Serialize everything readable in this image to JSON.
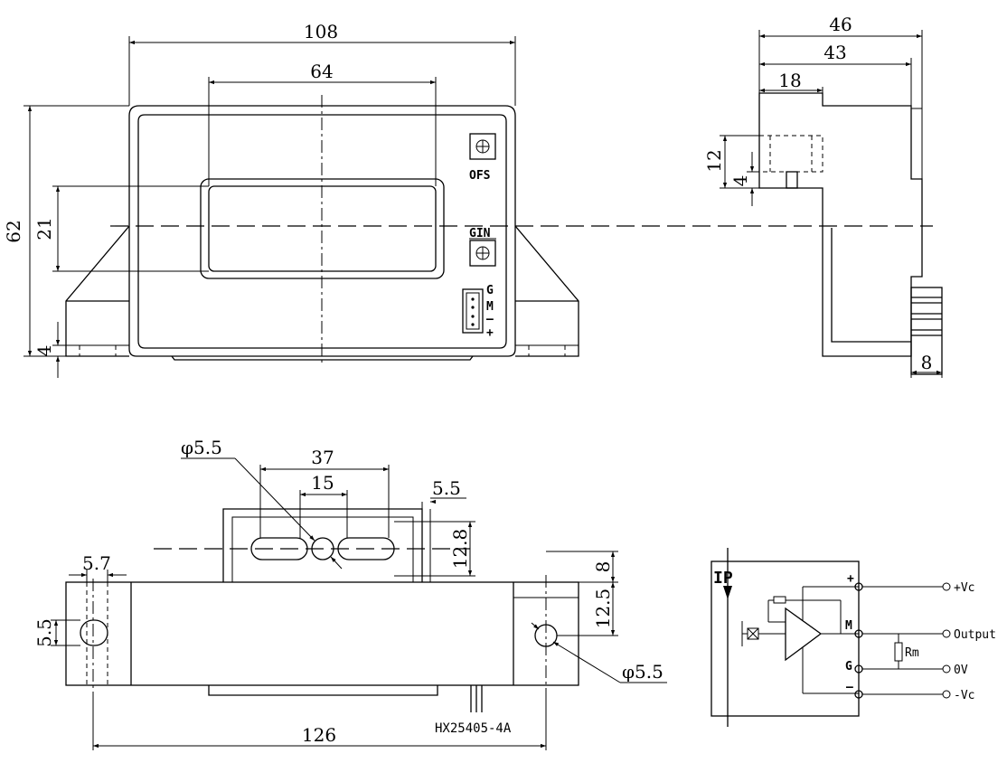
{
  "front_view": {
    "dim_width": "108",
    "dim_window_width": "64",
    "dim_height": "62",
    "dim_window_height": "21",
    "dim_base": "4",
    "label_offset": "OFS",
    "label_gain": "GIN",
    "pin_g": "G",
    "pin_m": "M",
    "pin_minus": "–",
    "pin_plus": "+"
  },
  "side_view": {
    "dim_total": "46",
    "dim_body": "43",
    "dim_top": "18",
    "dim_12": "12",
    "dim_4": "4",
    "dim_8": "8"
  },
  "bottom_view": {
    "dim_phi_top": "φ5.5",
    "dim_37": "37",
    "dim_15": "15",
    "dim_5_5_right": "5.5",
    "dim_12_8": "12.8",
    "dim_5_7": "5.7",
    "dim_5_5_left": "5.5",
    "dim_8": "8",
    "dim_12_5": "12.5",
    "dim_phi_right": "φ5.5",
    "dim_126": "126",
    "part_number": "HX25405-4A"
  },
  "schematic": {
    "ip_label": "IP",
    "pin_plus": "+",
    "pin_m": "M",
    "pin_g": "G",
    "pin_minus": "–",
    "resistor_label": "Rm",
    "out_vc_plus": "+Vc",
    "out_output": "Output",
    "out_0v": "0V",
    "out_vc_minus": "-Vc"
  }
}
